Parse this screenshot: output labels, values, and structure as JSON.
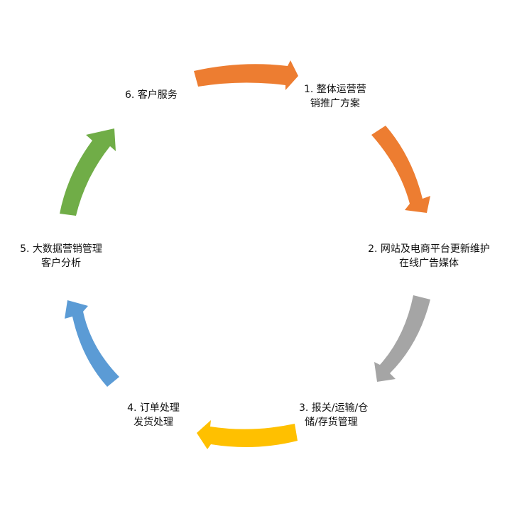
{
  "steps": [
    {
      "line1": "1. 整体运营营",
      "line2": "销推广方案",
      "color": "#ED7D31"
    },
    {
      "line1": "2. 网站及电商平台更新维护",
      "line2": "在线广告媒体",
      "color": "#ED7D31"
    },
    {
      "line1": "3. 报关/运输/仓",
      "line2": "储/存货管理",
      "color": "#A5A5A5"
    },
    {
      "line1": "4. 订单处理",
      "line2": "发货处理",
      "color": "#FFC000"
    },
    {
      "line1": "5. 大数据营销管理",
      "line2": "客户分析",
      "color": "#5B9BD5"
    },
    {
      "line1": "6. 客户服务",
      "line2": "",
      "color": "#70AD47"
    }
  ]
}
